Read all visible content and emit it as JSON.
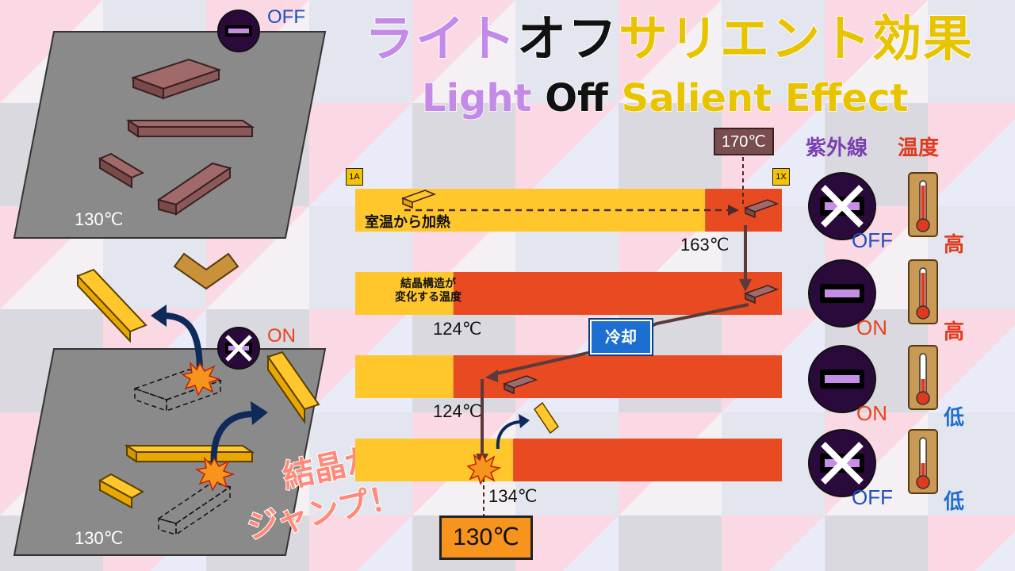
{
  "title": {
    "jp_parts": [
      "ライト",
      "オフ",
      "サリエント効果"
    ],
    "en_parts": [
      "Light",
      " Off",
      " Salient Effect"
    ],
    "colors": [
      "#c48ae8",
      "#111111",
      "#e8c400"
    ]
  },
  "headers": {
    "uv": "紫外線",
    "temp": "温度",
    "uv_color": "#7a3fb0",
    "temp_color": "#e03a1e"
  },
  "tags": {
    "start": "1A",
    "end": "1X"
  },
  "bars": [
    {
      "state": "OFF",
      "level": "高",
      "label": "室温から加熱",
      "transition_fraction": 0.82
    },
    {
      "state": "ON",
      "level": "高",
      "label": "結晶構造が\n変化する温度",
      "transition_fraction": 0.23
    },
    {
      "state": "ON",
      "level": "低",
      "label": "",
      "transition_fraction": 0.23
    },
    {
      "state": "OFF",
      "level": "低",
      "label": "",
      "transition_fraction": 0.37
    }
  ],
  "temps": {
    "top_box": "170℃",
    "t1": "163℃",
    "t2": "124℃",
    "t3": "124℃",
    "t4": "134℃",
    "final": "130℃",
    "plate_top": "130℃",
    "plate_bottom": "130℃"
  },
  "lamp_states": {
    "top_left": "OFF",
    "mid_left": "ON"
  },
  "cooling_label": "冷却",
  "jump_text": [
    "結晶が",
    "ジャンプ！"
  ],
  "colors": {
    "yellow": "#ffc72c",
    "red": "#e84a22",
    "crystal": "#a06a6a",
    "on": "#e8441e",
    "off": "#1f4fbf"
  }
}
